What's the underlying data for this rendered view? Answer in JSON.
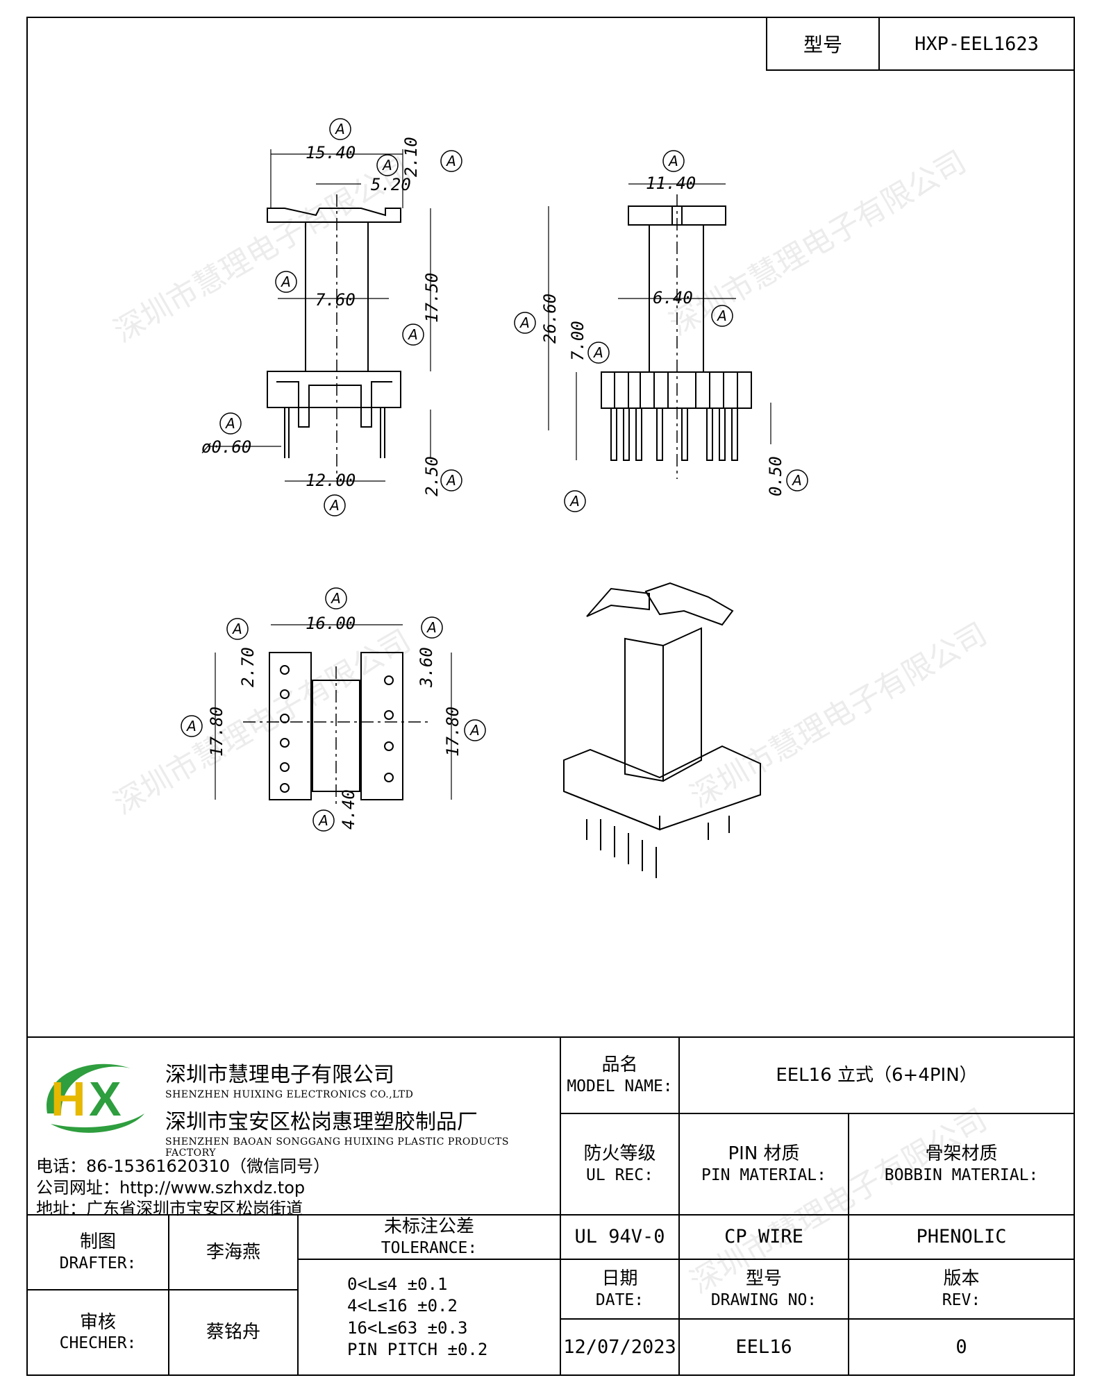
{
  "header": {
    "model_label": "型号",
    "model_value": "HXP-EEL1623"
  },
  "datum_mark": "A",
  "dimensions": {
    "front_top_width": "15.40",
    "front_slot_width": "5.20",
    "front_flange_thick": "2.10",
    "front_core_width": "7.60",
    "front_winding_height": "17.50",
    "pin_diameter": "ø0.60",
    "pin_span": "12.00",
    "pin_length": "2.50",
    "side_top_width": "11.40",
    "side_core_width": "6.40",
    "side_total_height": "26.60",
    "side_base_height": "7.00",
    "side_pin_offset": "0.50",
    "bottom_width": "16.00",
    "bottom_left_pitch": "2.70",
    "bottom_right_pitch": "3.60",
    "bottom_left_height": "17.80",
    "bottom_right_height": "17.80",
    "bottom_center": "4.40"
  },
  "watermark": "深圳市慧理电子有限公司",
  "company": {
    "logo_text": "HX",
    "name_cn": "深圳市慧理电子有限公司",
    "name_en": "SHENZHEN HUIXING ELECTRONICS CO.,LTD",
    "factory_cn": "深圳市宝安区松岗惠理塑胶制品厂",
    "factory_en": "SHENZHEN BAOAN SONGGANG HUIXING PLASTIC PRODUCTS FACTORY",
    "phone": "电话：86-15361620310（微信同号）",
    "website": "公司网址：http://www.szhxdz.top",
    "address": "地址：广东省深圳市宝安区松岗街道"
  },
  "title_block": {
    "model_name_cn": "品名",
    "model_name_en": "MODEL NAME:",
    "model_name_value": "EEL16 立式（6+4PIN）",
    "fire_cn": "防火等级",
    "fire_en": "UL REC:",
    "pin_mat_cn": "PIN 材质",
    "pin_mat_en": "PIN MATERIAL:",
    "bobbin_mat_cn": "骨架材质",
    "bobbin_mat_en": "BOBBIN MATERIAL:",
    "fire_value": "UL 94V-0",
    "pin_value": "CP WIRE",
    "bobbin_value": "PHENOLIC",
    "drafter_cn": "制图",
    "drafter_en": "DRAFTER:",
    "drafter_name": "李海燕",
    "checker_cn": "审核",
    "checker_en": "CHECHER:",
    "checker_name": "蔡铭舟",
    "tolerance_cn": "未标注公差",
    "tolerance_en": "TOLERANCE:",
    "tolerances": [
      "0<L≤4   ±0.1",
      "4<L≤16  ±0.2",
      "16<L≤63  ±0.3",
      "PIN PITCH ±0.2"
    ],
    "date_cn": "日期",
    "date_en": "DATE:",
    "date_value": "12/07/2023",
    "drawing_cn": "型号",
    "drawing_en": "DRAWING NO:",
    "drawing_value": "EEL16",
    "rev_cn": "版本",
    "rev_en": "REV:",
    "rev_value": "0"
  },
  "colors": {
    "logo_green": "#2e9e3e",
    "logo_yellow": "#e6b800",
    "line": "#000000"
  }
}
